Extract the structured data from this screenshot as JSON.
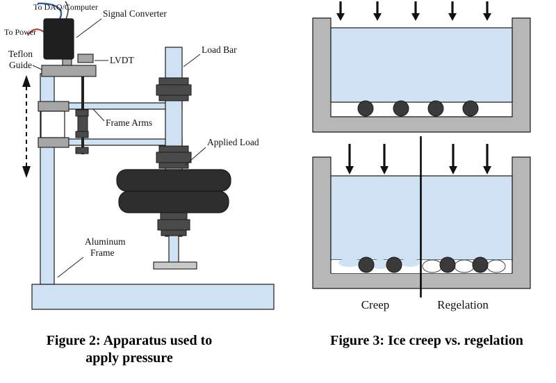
{
  "figure2": {
    "caption": {
      "line1": "Figure 2: Apparatus used to",
      "line2": "apply pressure"
    },
    "labels": {
      "to_daq": "To DAQ/Computer",
      "to_power": "To Power",
      "signal_converter": "Signal Converter",
      "teflon_line1": "Teflon",
      "teflon_line2": "Guide",
      "lvdt": "LVDT",
      "load_bar": "Load Bar",
      "frame_arms": "Frame Arms",
      "applied_load": "Applied Load",
      "aluminum_line1": "Aluminum",
      "aluminum_line2": "Frame"
    }
  },
  "figure3": {
    "caption": {
      "line1": "Figure 3: Ice creep vs. regelation"
    },
    "labels": {
      "creep": "Creep",
      "regelation": "Regelation"
    }
  },
  "colors": {
    "light_blue": "#cfe2f3",
    "container_gray": "#b7b7b7",
    "metal_gray": "#a6a6a6",
    "dark_gray": "#4a4a4a",
    "box_black": "#1f1f1f",
    "weight_black": "#2d2d2d",
    "ball_dark": "#3a3a3a",
    "wire_blue": "#2e5fa3",
    "wire_red": "#b03a2e",
    "outline": "#1a1a1a"
  }
}
